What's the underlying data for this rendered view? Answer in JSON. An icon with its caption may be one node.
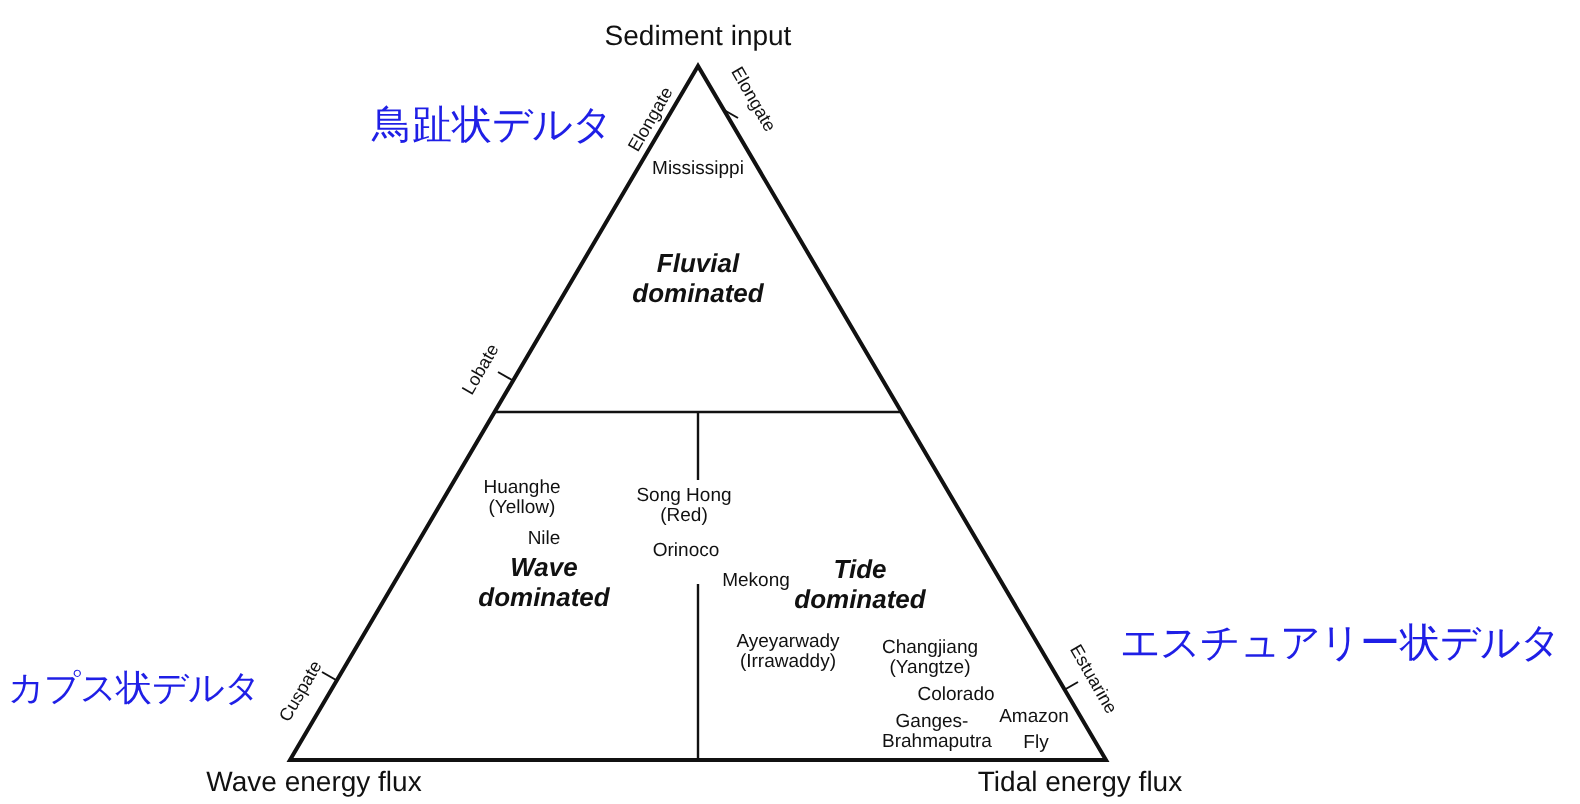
{
  "diagram": {
    "nodes": [
      {
        "text": [
          "Fluvial dominated"
        ]
      },
      {
        "text": [
          "Wave dominated"
        ]
      },
      {
        "text": [
          "Tide dominated"
        ]
      }
    ],
    "labels": [
      "Sediment input",
      "鳥趾状デルタ",
      "Elongate",
      "Elongate",
      "Mississippi",
      "Lobate",
      "Huanghe (Yellow)",
      "Song Hong (Red)",
      "Nile",
      "Orinoco",
      "Mekong",
      "Ayeyarwady (Irrawaddy)",
      "Changjiang (Yangtze)",
      "Colorado",
      "カプス状デルタ",
      "Cuspate",
      "エスチュアリー状デルタ",
      "Estuarine",
      "Ganges-Brahmaputra",
      "Amazon",
      "Fly",
      "Wave energy flux",
      "Tidal energy flux"
    ]
  }
}
